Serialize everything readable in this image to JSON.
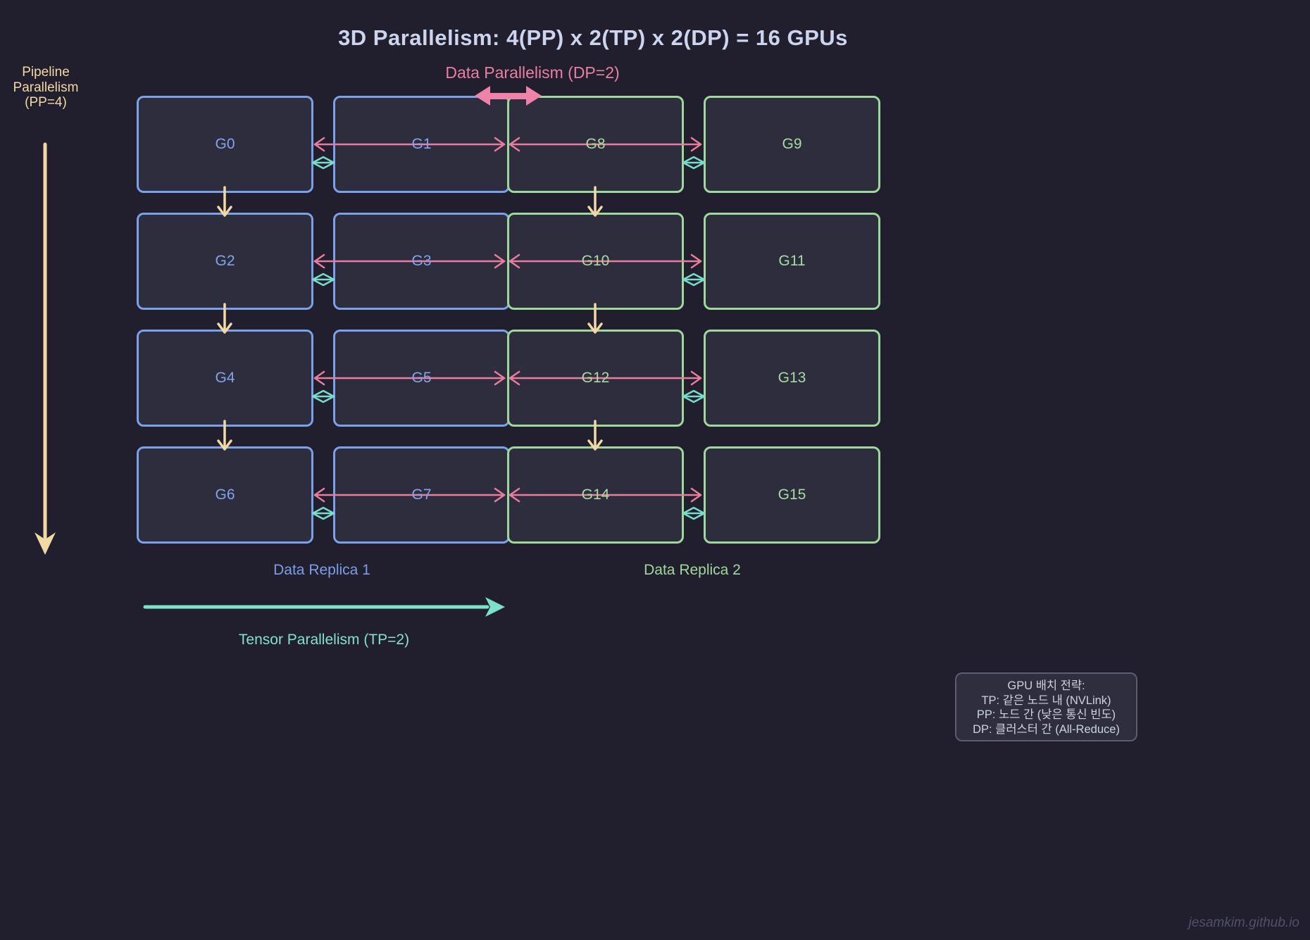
{
  "title": "3D Parallelism: 4(PP) x 2(TP) x 2(DP) = 16 GPUs",
  "axes": {
    "pipeline": {
      "lines": [
        "Pipeline",
        "Parallelism",
        "(PP=4)"
      ]
    },
    "data": {
      "label": "Data Parallelism (DP=2)"
    },
    "tensor": {
      "label": "Tensor Parallelism (TP=2)"
    }
  },
  "gpus": {
    "rows": [
      [
        "G0",
        "G1",
        "G8",
        "G9"
      ],
      [
        "G2",
        "G3",
        "G10",
        "G11"
      ],
      [
        "G4",
        "G5",
        "G12",
        "G13"
      ],
      [
        "G6",
        "G7",
        "G14",
        "G15"
      ]
    ]
  },
  "replicas": {
    "r1": "Data Replica 1",
    "r2": "Data Replica 2"
  },
  "info_box": {
    "lines": [
      "GPU 배치 전략:",
      "TP: 같은 노드 내 (NVLink)",
      "PP: 노드 간 (낮은 통신 빈도)",
      "DP: 클러스터 간 (All-Reduce)"
    ]
  },
  "watermark": "jesamkim.github.io",
  "colors": {
    "background": "#211f2d",
    "box_fill": "#2e2d3d",
    "blue": "#7ba1e8",
    "green": "#9fd89b",
    "pink": "#ea7fa2",
    "cream": "#f2d8a4",
    "teal": "#77dcc9",
    "title_text": "#ccd4ee",
    "info_text": "#ccd2e2",
    "watermark_text": "#50506a"
  }
}
